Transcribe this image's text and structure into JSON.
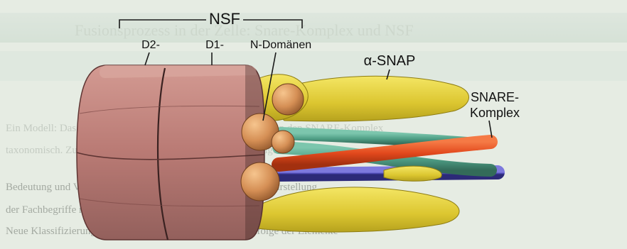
{
  "labels": {
    "nsf": "NSF",
    "d2": "D2-",
    "d1": "D1-",
    "n_domains": "N-Domänen",
    "alpha_snap": "α-SNAP",
    "snare_line1": "SNARE-",
    "snare_line2": "Komplex"
  },
  "background_page": {
    "header_band_text": "Fusionsprozess in der Zelle: Snare-Komplex und NSF",
    "line1": "Ein Modell: Das NSF-Protein umschließt mit seinen D-Domänen den SNARE-Komplex",
    "line2": "taxonomisch. Zu diesen Zuordnungen kann man folgendes sagen:",
    "line3": "Bedeutung und Verwendung der Daten ist in keinem Fall zur Darstellung",
    "line4": "der Fachbegriffe notwendig, die Abbildung zeigt den Zusammenhang",
    "line5": "Neue Klassifizierung Kohlenhydrate betreffend die Reihenfolge der Elemente"
  },
  "colors": {
    "page_bg": "#e6ece3",
    "band": "#d3e0d6",
    "nsf_barrel": "#c0847e",
    "nsf_barrel_dark": "#8e5452",
    "n_domain_sphere": "#d9965a",
    "alpha_snap": "#e6d340",
    "helix_red": "#e2481c",
    "helix_green": "#4f9f86",
    "helix_blue": "#4b47b3",
    "text": "#111111"
  }
}
